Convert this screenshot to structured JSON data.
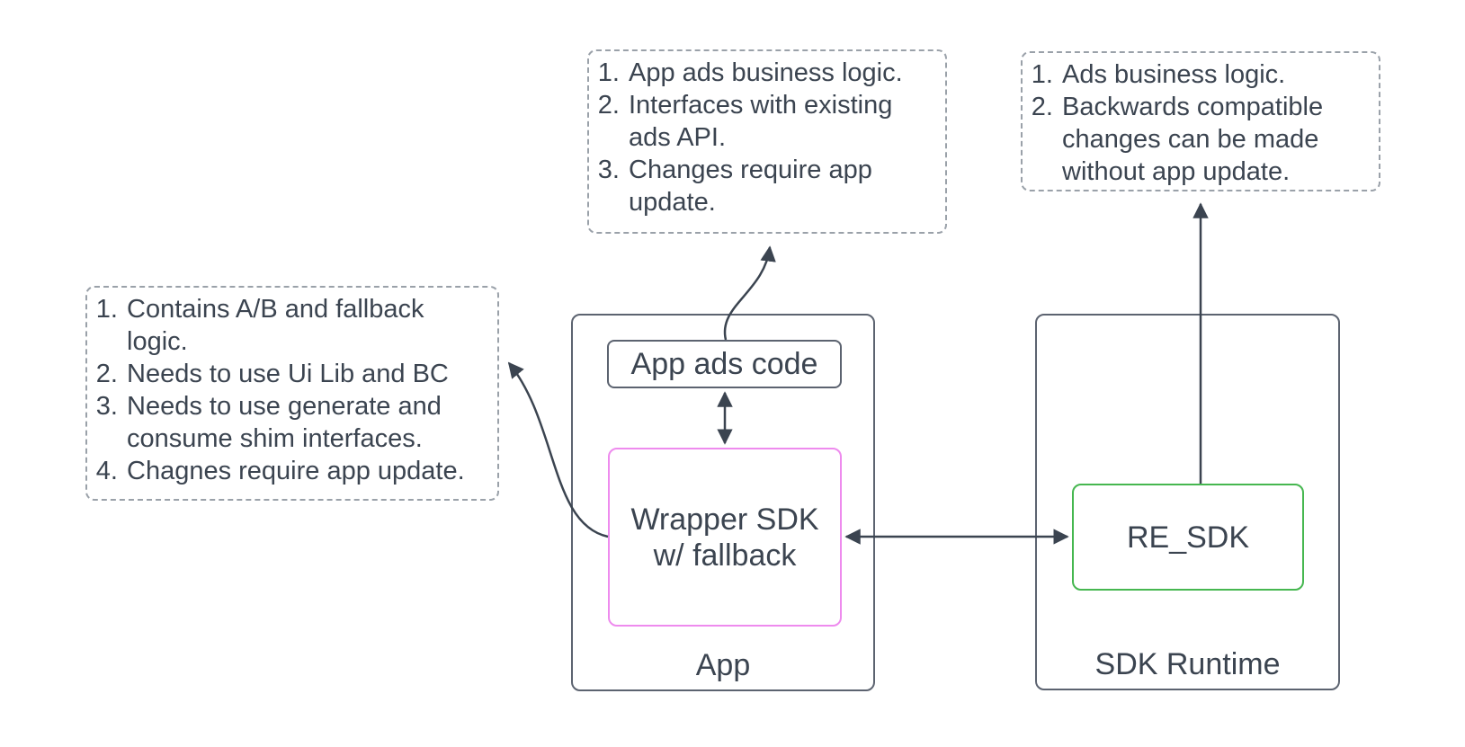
{
  "diagram": {
    "notes": {
      "app_ads_note": {
        "items": [
          "App ads business logic.",
          "Interfaces with existing ads API.",
          "Changes require app update."
        ]
      },
      "re_sdk_note": {
        "items": [
          "Ads business logic.",
          "Backwards compatible changes can be made without app update."
        ]
      },
      "wrapper_note": {
        "items": [
          "Contains A/B and fallback logic.",
          "Needs to use Ui Lib and BC",
          "Needs to use generate and consume shim interfaces.",
          "Chagnes require app update."
        ]
      }
    },
    "containers": {
      "app": {
        "label": "App"
      },
      "sdk_runtime": {
        "label": "SDK Runtime"
      }
    },
    "nodes": {
      "app_ads_code": {
        "label": "App ads code"
      },
      "wrapper_sdk": {
        "label": "Wrapper SDK\nw/ fallback"
      },
      "re_sdk": {
        "label": "RE_SDK"
      }
    },
    "colors": {
      "text": "#3b4450",
      "container_border": "#5c6370",
      "note_border": "#9aa1a9",
      "wrapper_accent": "#ee8bee",
      "re_sdk_accent": "#46b750",
      "connector": "#3b4450"
    }
  }
}
